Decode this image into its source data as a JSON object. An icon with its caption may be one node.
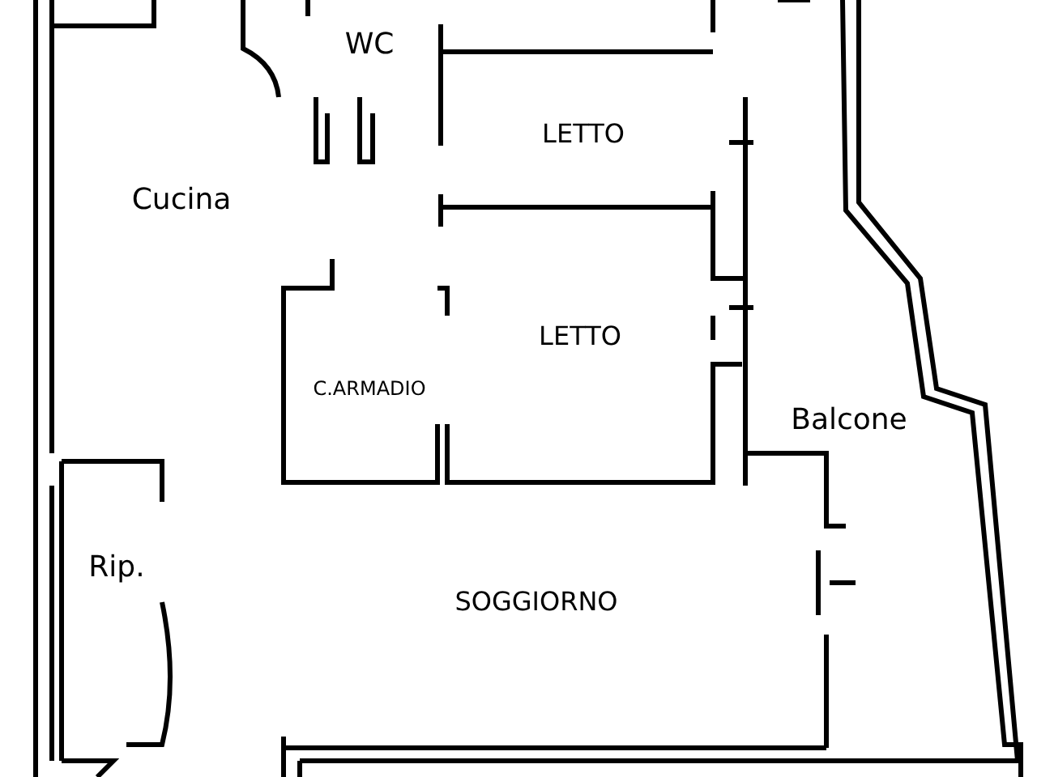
{
  "diagram": {
    "labels": [
      "WC",
      "LETTO",
      "Cucina",
      "LETTO",
      "C.ARMADIO",
      "Balcone",
      "Rip.",
      "SOGGIORNO"
    ]
  }
}
